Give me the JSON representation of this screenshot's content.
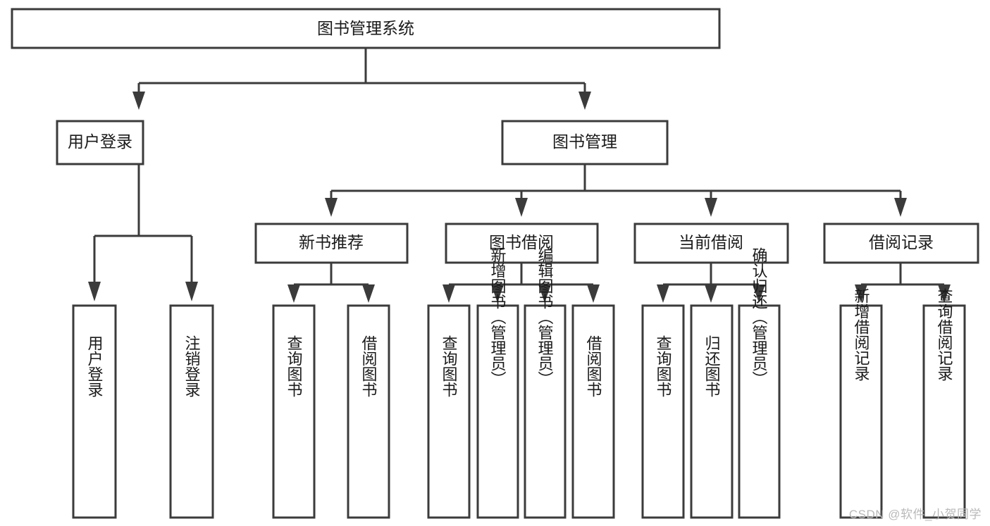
{
  "diagram": {
    "type": "tree-hierarchy",
    "title": "图书管理系统",
    "watermark": "CSDN @软件_小贺同学",
    "colors": {
      "stroke": "#3b3b3b",
      "fill": "#ffffff",
      "text": "#1a1a1a",
      "watermark": "#b9b9b9",
      "background": "#ffffff"
    },
    "levels": {
      "level1": [
        {
          "id": "root",
          "label": "图书管理系统"
        }
      ],
      "level2": [
        {
          "id": "user-login",
          "label": "用户登录",
          "parent": "root"
        },
        {
          "id": "book-manage",
          "label": "图书管理",
          "parent": "root"
        }
      ],
      "level3": [
        {
          "id": "new-book-recommend",
          "label": "新书推荐",
          "parent": "book-manage"
        },
        {
          "id": "book-borrow",
          "label": "图书借阅",
          "parent": "book-manage"
        },
        {
          "id": "current-borrow",
          "label": "当前借阅",
          "parent": "book-manage"
        },
        {
          "id": "borrow-record",
          "label": "借阅记录",
          "parent": "book-manage"
        }
      ],
      "leaves": [
        {
          "id": "leaf-user-login",
          "label": "用户登录",
          "parent": "user-login"
        },
        {
          "id": "leaf-logout-login",
          "label": "注销登录",
          "parent": "user-login"
        },
        {
          "id": "leaf-query-book-1",
          "label": "查询图书",
          "parent": "new-book-recommend"
        },
        {
          "id": "leaf-borrow-book-1",
          "label": "借阅图书",
          "parent": "new-book-recommend"
        },
        {
          "id": "leaf-query-book-2",
          "label": "查询图书",
          "parent": "book-borrow"
        },
        {
          "id": "leaf-add-book",
          "label": "新增图书（管理员）",
          "parent": "book-borrow"
        },
        {
          "id": "leaf-edit-book",
          "label": "编辑图书（管理员）",
          "parent": "book-borrow"
        },
        {
          "id": "leaf-borrow-book-2",
          "label": "借阅图书",
          "parent": "book-borrow"
        },
        {
          "id": "leaf-query-book-3",
          "label": "查询图书",
          "parent": "current-borrow"
        },
        {
          "id": "leaf-return-book",
          "label": "归还图书",
          "parent": "current-borrow"
        },
        {
          "id": "leaf-confirm-return",
          "label": "确认归还（管理员）",
          "parent": "current-borrow"
        },
        {
          "id": "leaf-add-record",
          "label": "新增借阅记录",
          "parent": "borrow-record"
        },
        {
          "id": "leaf-query-record",
          "label": "查询借阅记录",
          "parent": "borrow-record"
        }
      ]
    }
  }
}
